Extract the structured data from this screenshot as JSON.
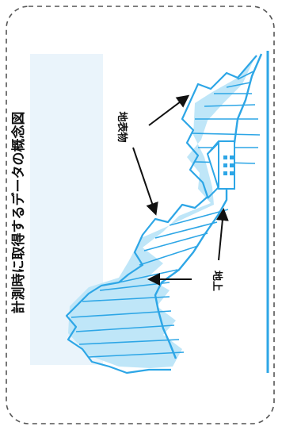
{
  "diagram": {
    "title": "計測時に取得するデータの概念図",
    "label_surface_objects": "地表物",
    "label_ground": "地上",
    "colors": {
      "border": "#555555",
      "panel": "#eaf4fb",
      "accent": "#2da6e6",
      "fill": "#bfe6f8",
      "text": "#111111"
    }
  }
}
